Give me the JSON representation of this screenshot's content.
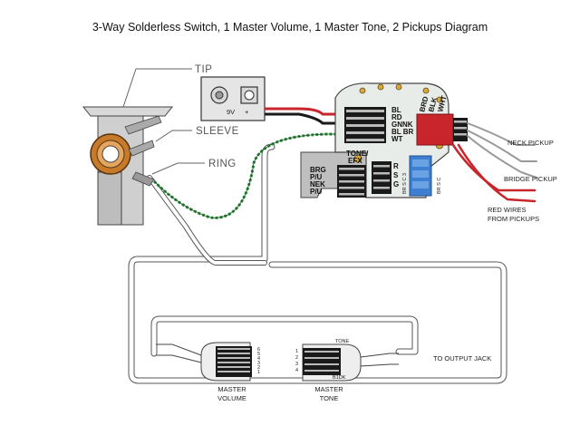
{
  "title": "3-Way Solderless Switch, 1 Master Volume, 1 Master Tone, 2 Pickups Diagram",
  "jack_labels": {
    "tip": "TIP",
    "sleeve": "SLEEVE",
    "ring": "RING"
  },
  "battery": {
    "voltage": "9V",
    "plus": "+"
  },
  "board": {
    "header_labels": [
      "BL",
      "RD",
      "GNNK",
      "BL BR",
      "WT"
    ],
    "tone_efx": [
      "TONE/",
      "EFX"
    ],
    "left_labels": [
      "BRG",
      "P/U",
      "NEK",
      "P/U"
    ],
    "small_pins": [
      "R",
      "S",
      "G"
    ],
    "right_labels": [
      "BRD",
      "BLK",
      "WHT"
    ],
    "side_labels": [
      "BR S C 3",
      "BR S C"
    ]
  },
  "pickup_labels": {
    "neck": "NECK PICKUP",
    "bridge": "BRIDGE PICKUP",
    "red_wires": [
      "RED WIRES",
      "FROM PICKUPS"
    ]
  },
  "output_label": "TO OUTPUT JACK",
  "volume": {
    "label": [
      "MASTER",
      "VOLUME"
    ],
    "pins": [
      "6",
      "5",
      "4",
      "3",
      "2",
      "1"
    ]
  },
  "tone": {
    "label": [
      "MASTER",
      "TONE"
    ],
    "top": "TONE",
    "pins": [
      "1",
      "2",
      "3",
      "4"
    ],
    "bottom": "B1DK"
  },
  "colors": {
    "green": "#2d8a3a",
    "red": "#c8262c",
    "black": "#1a1a1a",
    "blue": "#3d7fd0",
    "jack_orange": "#c77b2a",
    "board": "#e8ece8"
  }
}
